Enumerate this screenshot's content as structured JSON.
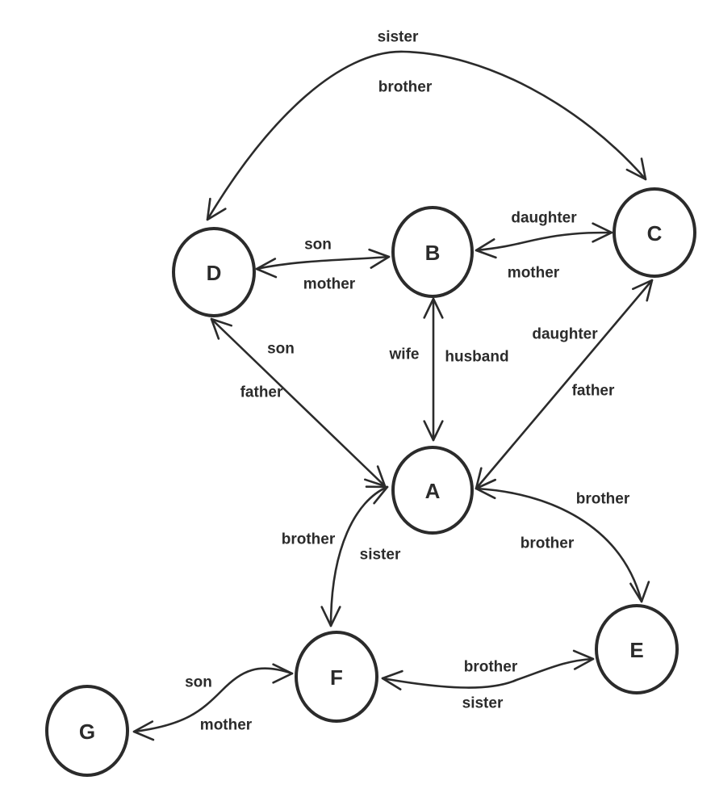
{
  "diagram": {
    "type": "family-relationship-graph",
    "colors": {
      "stroke": "#2b2b2b",
      "text": "#2b2b2b",
      "background": "#ffffff"
    },
    "nodes": [
      {
        "id": "A",
        "label": "A"
      },
      {
        "id": "B",
        "label": "B"
      },
      {
        "id": "C",
        "label": "C"
      },
      {
        "id": "D",
        "label": "D"
      },
      {
        "id": "E",
        "label": "E"
      },
      {
        "id": "F",
        "label": "F"
      },
      {
        "id": "G",
        "label": "G"
      }
    ],
    "edges": [
      {
        "id": "D-C",
        "from": "D",
        "to": "C",
        "labels": [
          "sister",
          "brother"
        ]
      },
      {
        "id": "D-B",
        "from": "D",
        "to": "B",
        "labels": [
          "son",
          "mother"
        ]
      },
      {
        "id": "B-C",
        "from": "B",
        "to": "C",
        "labels": [
          "daughter",
          "mother"
        ]
      },
      {
        "id": "D-A",
        "from": "D",
        "to": "A",
        "labels": [
          "son",
          "father"
        ]
      },
      {
        "id": "B-A",
        "from": "B",
        "to": "A",
        "labels": [
          "wife",
          "husband"
        ]
      },
      {
        "id": "C-A",
        "from": "C",
        "to": "A",
        "labels": [
          "daughter",
          "father"
        ]
      },
      {
        "id": "A-E",
        "from": "A",
        "to": "E",
        "labels": [
          "brother",
          "brother"
        ]
      },
      {
        "id": "A-F",
        "from": "A",
        "to": "F",
        "labels": [
          "brother",
          "sister"
        ]
      },
      {
        "id": "F-E",
        "from": "F",
        "to": "E",
        "labels": [
          "brother",
          "sister"
        ]
      },
      {
        "id": "G-F",
        "from": "G",
        "to": "F",
        "labels": [
          "son",
          "mother"
        ]
      }
    ]
  }
}
